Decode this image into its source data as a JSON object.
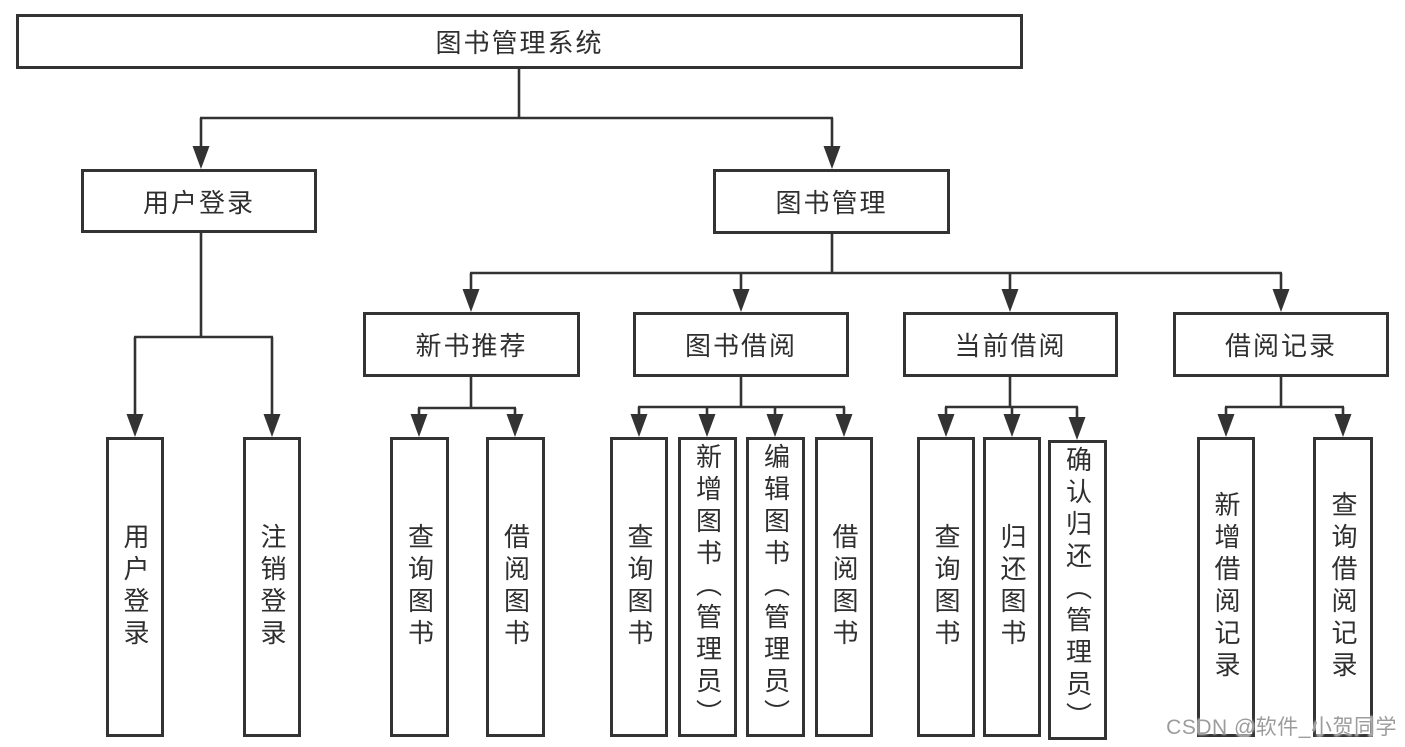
{
  "colors": {
    "line": "#333333",
    "text": "#2f2f2f",
    "watermark": "#9c9c9c",
    "bg": "#ffffff"
  },
  "diagram": {
    "root": "图书管理系统",
    "level1": [
      "用户登录",
      "图书管理"
    ],
    "level2": [
      "新书推荐",
      "图书借阅",
      "当前借阅",
      "借阅记录"
    ],
    "leaves": {
      "user_login": [
        "用户登录",
        "注销登录"
      ],
      "new_book_recommend": [
        "查询图书",
        "借阅图书"
      ],
      "book_borrowing": [
        "查询图书",
        "新增图书（管理员）",
        "编辑图书（管理员）",
        "借阅图书"
      ],
      "current_borrowing": [
        "查询图书",
        "归还图书",
        "确认归还（管理员）"
      ],
      "borrow_records": [
        "新增借阅记录",
        "查询借阅记录"
      ]
    }
  },
  "watermark": "CSDN @软件_小贺同学"
}
